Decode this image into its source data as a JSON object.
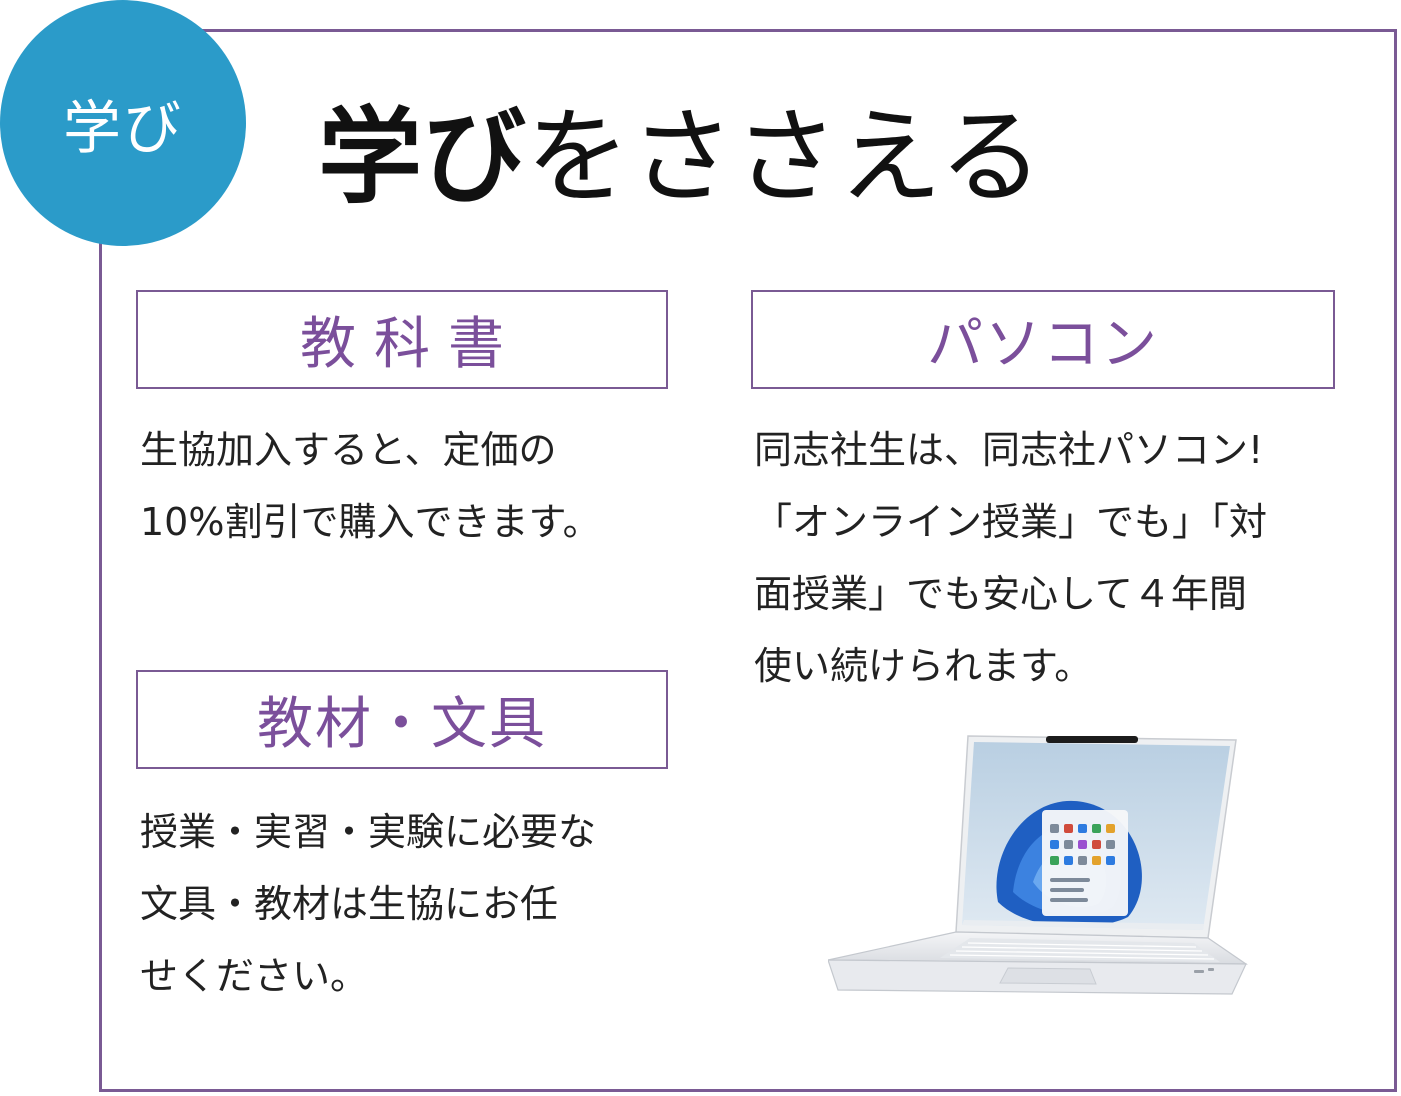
{
  "badge": {
    "label": "学び"
  },
  "headline": {
    "bold_part": "学び",
    "rest_part": "をささえる"
  },
  "sections": {
    "textbook": {
      "title": "教科書",
      "lines": [
        "生協加入すると、定価の",
        "10%割引で購入できます。"
      ]
    },
    "pc": {
      "title": "パソコン",
      "lines": [
        "同志社生は、同志社パソコン!",
        "「オンライン授業」でも」「対",
        "面授業」でも安心して４年間",
        "使い続けられます。"
      ]
    },
    "materials": {
      "title": "教材・文具",
      "lines": [
        "授業・実習・実験に必要な",
        "文具・教材は生協にお任",
        "せください。"
      ]
    }
  },
  "colors": {
    "frame": "#7a5a94",
    "section_title": "#7b4f9b",
    "badge": "#2b9bc9"
  },
  "icons": {
    "laptop": "laptop-icon"
  }
}
